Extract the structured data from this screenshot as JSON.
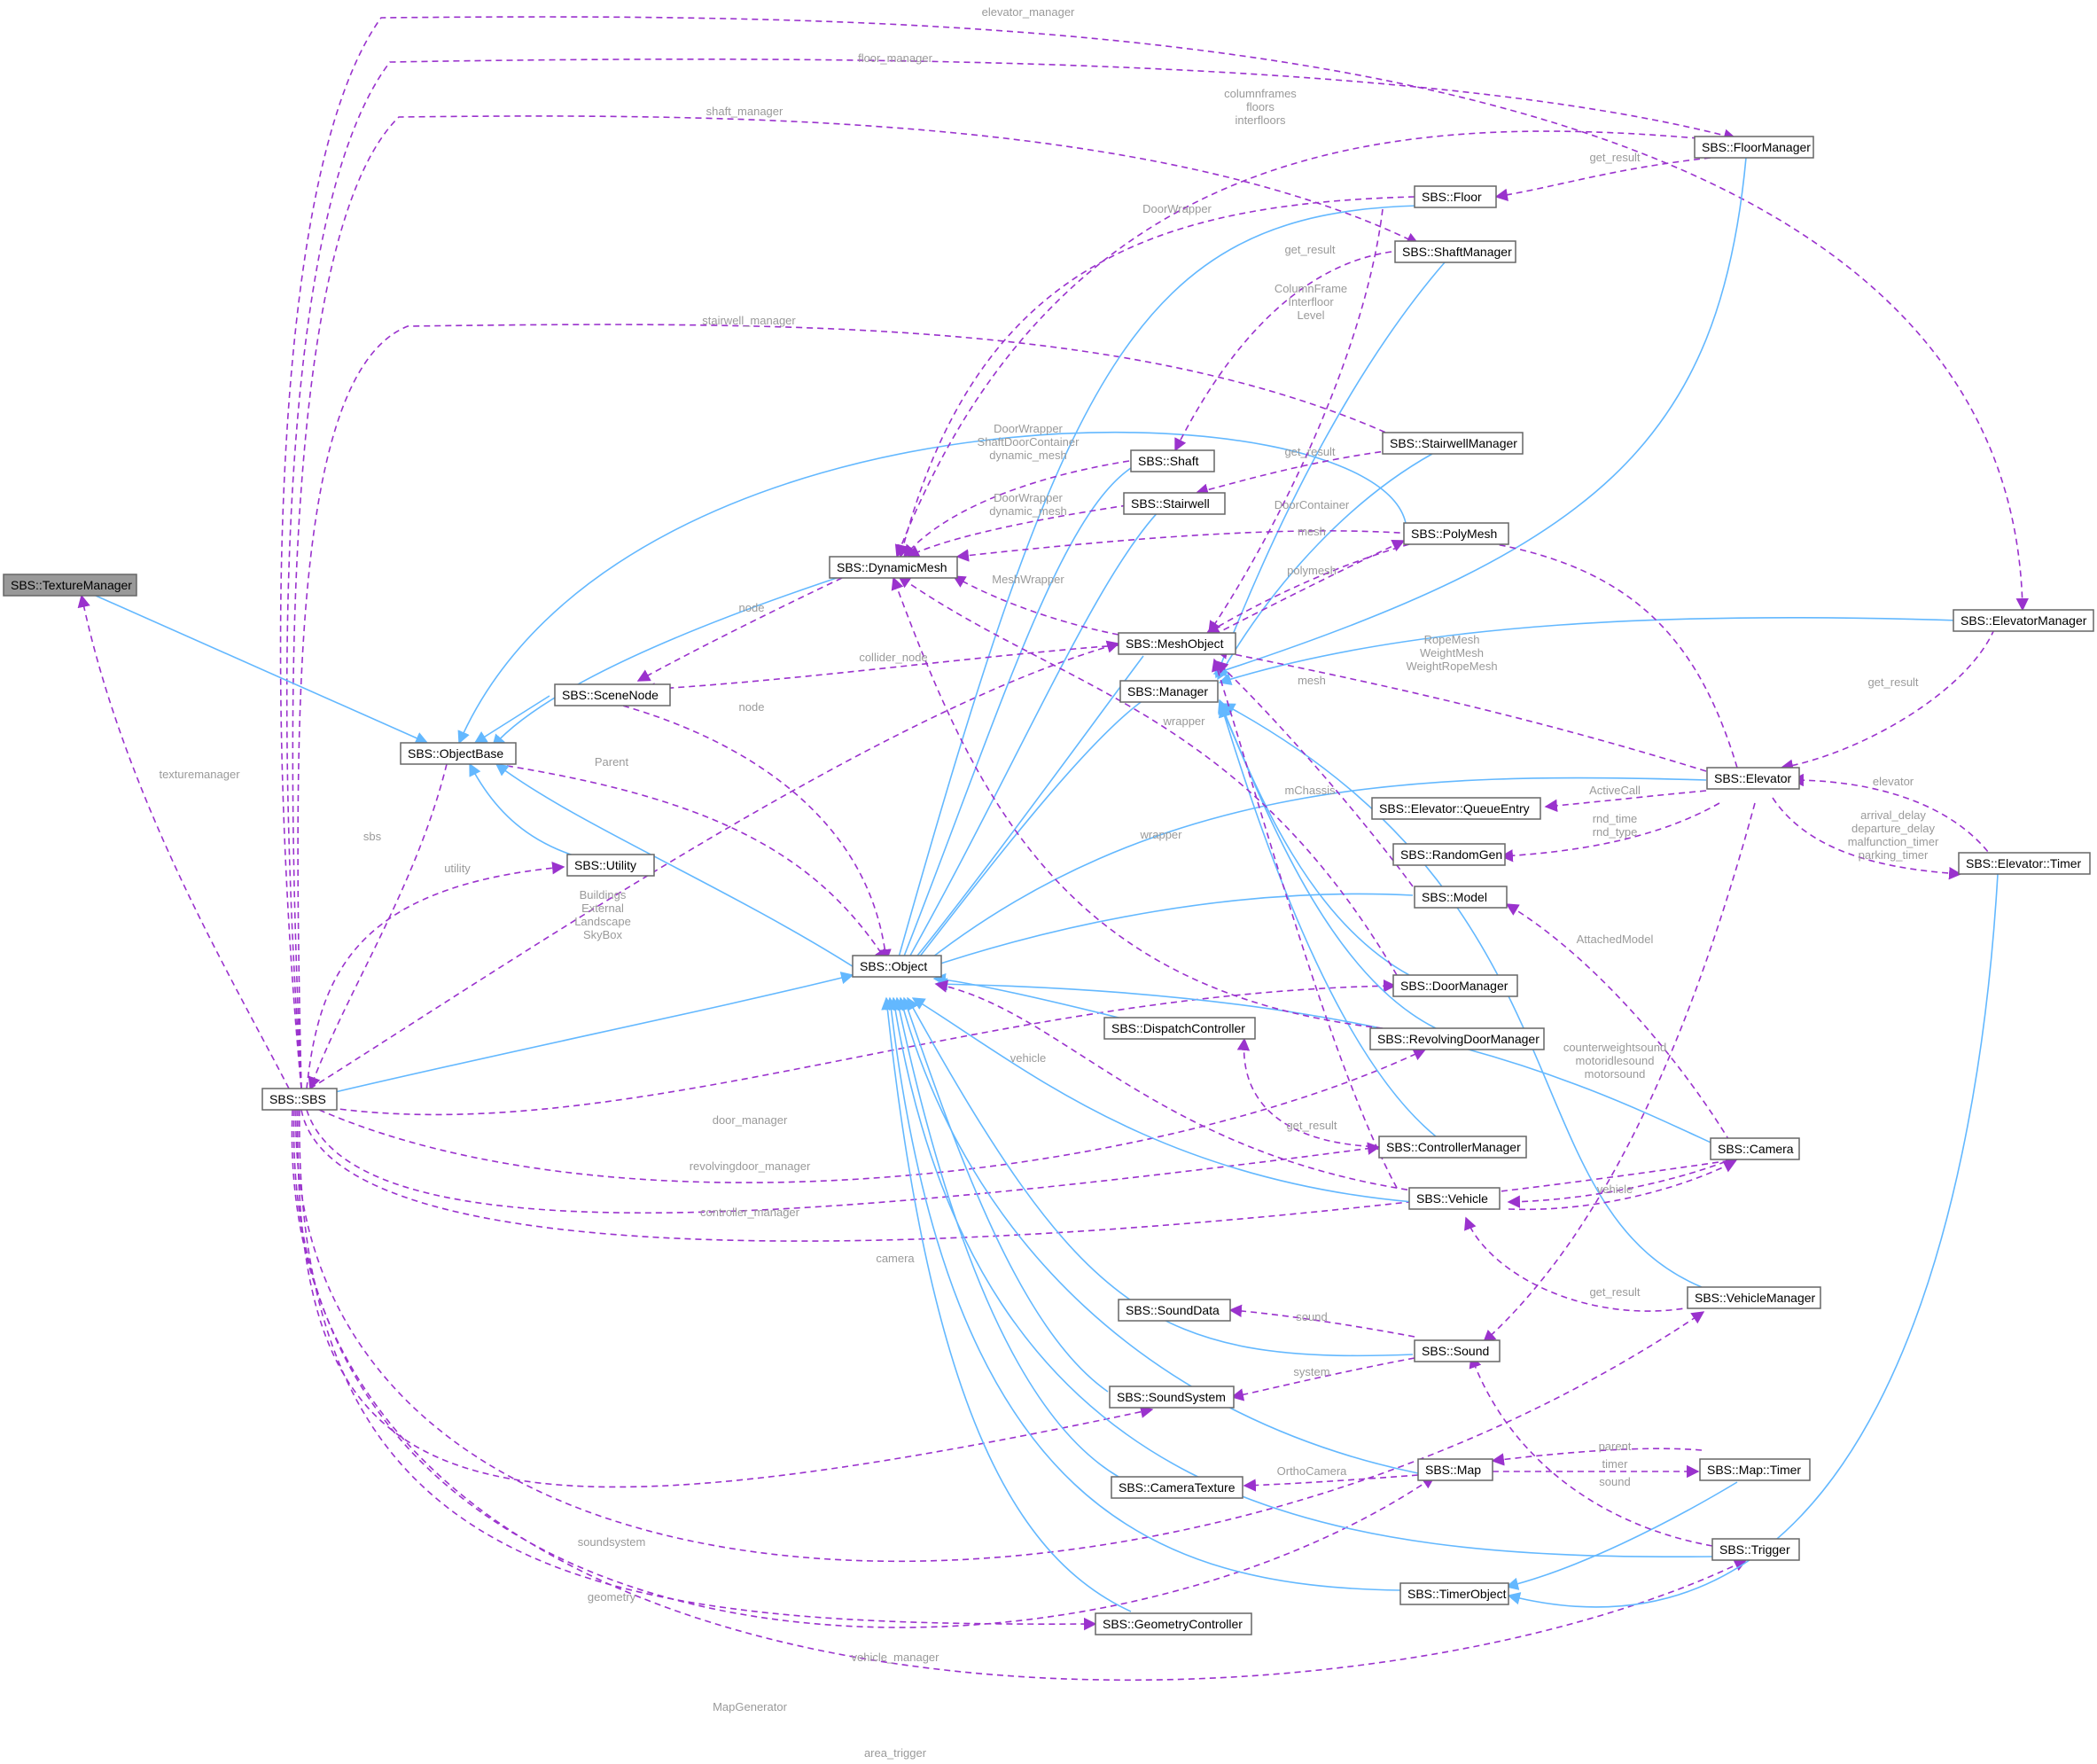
{
  "colors": {
    "inherit": "#63b8ff",
    "member": "#9a32cd",
    "label": "#9a9a9a",
    "highlight": "#999999"
  },
  "nodes": [
    {
      "id": "texturemanager",
      "label": "SBS::TextureManager",
      "highlight": true
    },
    {
      "id": "objectbase",
      "label": "SBS::ObjectBase"
    },
    {
      "id": "scenenode",
      "label": "SBS::SceneNode"
    },
    {
      "id": "utility",
      "label": "SBS::Utility"
    },
    {
      "id": "sbs",
      "label": "SBS::SBS"
    },
    {
      "id": "dynamicmesh",
      "label": "SBS::DynamicMesh"
    },
    {
      "id": "object",
      "label": "SBS::Object"
    },
    {
      "id": "floor",
      "label": "SBS::Floor"
    },
    {
      "id": "shaftmanager",
      "label": "SBS::ShaftManager"
    },
    {
      "id": "shaft",
      "label": "SBS::Shaft"
    },
    {
      "id": "stairwell",
      "label": "SBS::Stairwell"
    },
    {
      "id": "stairwellmanager",
      "label": "SBS::StairwellManager"
    },
    {
      "id": "polymesh",
      "label": "SBS::PolyMesh"
    },
    {
      "id": "meshobject",
      "label": "SBS::MeshObject"
    },
    {
      "id": "manager",
      "label": "SBS::Manager"
    },
    {
      "id": "floormanager",
      "label": "SBS::FloorManager"
    },
    {
      "id": "elevatormanager",
      "label": "SBS::ElevatorManager"
    },
    {
      "id": "elevator",
      "label": "SBS::Elevator"
    },
    {
      "id": "queueentry",
      "label": "SBS::Elevator::QueueEntry"
    },
    {
      "id": "randomgen",
      "label": "SBS::RandomGen"
    },
    {
      "id": "elevatortimer",
      "label": "SBS::Elevator::Timer"
    },
    {
      "id": "model",
      "label": "SBS::Model"
    },
    {
      "id": "doormanager",
      "label": "SBS::DoorManager"
    },
    {
      "id": "dispatchcontroller",
      "label": "SBS::DispatchController"
    },
    {
      "id": "revolvingdoormanager",
      "label": "SBS::RevolvingDoorManager"
    },
    {
      "id": "controllermanager",
      "label": "SBS::ControllerManager"
    },
    {
      "id": "camera",
      "label": "SBS::Camera"
    },
    {
      "id": "vehicle",
      "label": "SBS::Vehicle"
    },
    {
      "id": "vehiclemanager",
      "label": "SBS::VehicleManager"
    },
    {
      "id": "sounddata",
      "label": "SBS::SoundData"
    },
    {
      "id": "sound",
      "label": "SBS::Sound"
    },
    {
      "id": "soundsystem",
      "label": "SBS::SoundSystem"
    },
    {
      "id": "map",
      "label": "SBS::Map"
    },
    {
      "id": "maptimer",
      "label": "SBS::Map::Timer"
    },
    {
      "id": "cameratexture",
      "label": "SBS::CameraTexture"
    },
    {
      "id": "trigger",
      "label": "SBS::Trigger"
    },
    {
      "id": "timerobject",
      "label": "SBS::TimerObject"
    },
    {
      "id": "geometrycontroller",
      "label": "SBS::GeometryController"
    }
  ],
  "edge_labels": [
    {
      "id": "lbl_elevator_manager",
      "lines": [
        "elevator_manager"
      ]
    },
    {
      "id": "lbl_floor_manager",
      "lines": [
        "floor_manager"
      ]
    },
    {
      "id": "lbl_shaft_manager",
      "lines": [
        "shaft_manager"
      ]
    },
    {
      "id": "lbl_columnframes",
      "lines": [
        "columnframes",
        "floors",
        "interfloors"
      ]
    },
    {
      "id": "lbl_floor_get_result",
      "lines": [
        "get_result"
      ]
    },
    {
      "id": "lbl_doorwrapper_floor",
      "lines": [
        "DoorWrapper"
      ]
    },
    {
      "id": "lbl_shaft_get_result",
      "lines": [
        "get_result"
      ]
    },
    {
      "id": "lbl_columnframe",
      "lines": [
        "ColumnFrame",
        "Interfloor",
        "Level"
      ]
    },
    {
      "id": "lbl_stairwell_manager",
      "lines": [
        "stairwell_manager"
      ]
    },
    {
      "id": "lbl_stairwell_get_result",
      "lines": [
        "get_result"
      ]
    },
    {
      "id": "lbl_shaft_dyn",
      "lines": [
        "DoorWrapper",
        "ShaftDoorContainer",
        "dynamic_mesh"
      ]
    },
    {
      "id": "lbl_stairwell_dyn",
      "lines": [
        "DoorWrapper",
        "dynamic_mesh"
      ]
    },
    {
      "id": "lbl_doorcontainer",
      "lines": [
        "DoorContainer"
      ]
    },
    {
      "id": "lbl_mesh_poly",
      "lines": [
        "mesh"
      ]
    },
    {
      "id": "lbl_polymesh",
      "lines": [
        "polymesh"
      ]
    },
    {
      "id": "lbl_meshwrapper",
      "lines": [
        "MeshWrapper"
      ]
    },
    {
      "id": "lbl_node_dyn",
      "lines": [
        "node"
      ]
    },
    {
      "id": "lbl_collider",
      "lines": [
        "collider_node"
      ]
    },
    {
      "id": "lbl_ropemesh",
      "lines": [
        "RopeMesh",
        "WeightMesh",
        "WeightRopeMesh"
      ]
    },
    {
      "id": "lbl_elev_get_result",
      "lines": [
        "get_result"
      ]
    },
    {
      "id": "lbl_mesh_model",
      "lines": [
        "mesh"
      ]
    },
    {
      "id": "lbl_wrapper1",
      "lines": [
        "wrapper"
      ]
    },
    {
      "id": "lbl_node_obj",
      "lines": [
        "node"
      ]
    },
    {
      "id": "lbl_parent",
      "lines": [
        "Parent"
      ]
    },
    {
      "id": "lbl_sbs",
      "lines": [
        "sbs"
      ]
    },
    {
      "id": "lbl_texturemanager",
      "lines": [
        "texturemanager"
      ]
    },
    {
      "id": "lbl_utility",
      "lines": [
        "utility"
      ]
    },
    {
      "id": "lbl_buildings",
      "lines": [
        "Buildings",
        "External",
        "Landscape",
        "SkyBox"
      ]
    },
    {
      "id": "lbl_wrapper2",
      "lines": [
        "wrapper"
      ]
    },
    {
      "id": "lbl_mchassis",
      "lines": [
        "mChassis"
      ]
    },
    {
      "id": "lbl_activecall",
      "lines": [
        "ActiveCall"
      ]
    },
    {
      "id": "lbl_rnd",
      "lines": [
        "rnd_time",
        "rnd_type"
      ]
    },
    {
      "id": "lbl_elevator",
      "lines": [
        "elevator"
      ]
    },
    {
      "id": "lbl_timers",
      "lines": [
        "arrival_delay",
        "departure_delay",
        "malfunction_timer",
        "parking_timer"
      ]
    },
    {
      "id": "lbl_attachedmodel",
      "lines": [
        "AttachedModel"
      ]
    },
    {
      "id": "lbl_counterweight",
      "lines": [
        "counterweightsound",
        "motoridlesound",
        "motorsound"
      ]
    },
    {
      "id": "lbl_vehicle1",
      "lines": [
        "vehicle"
      ]
    },
    {
      "id": "lbl_door_manager",
      "lines": [
        "door_manager"
      ]
    },
    {
      "id": "lbl_ctrl_get_result",
      "lines": [
        "get_result"
      ]
    },
    {
      "id": "lbl_revolvingdoor_manager",
      "lines": [
        "revolvingdoor_manager"
      ]
    },
    {
      "id": "lbl_vehicle2",
      "lines": [
        "vehicle"
      ]
    },
    {
      "id": "lbl_controller_manager",
      "lines": [
        "controller_manager"
      ]
    },
    {
      "id": "lbl_camera",
      "lines": [
        "camera"
      ]
    },
    {
      "id": "lbl_veh_get_result",
      "lines": [
        "get_result"
      ]
    },
    {
      "id": "lbl_sound",
      "lines": [
        "sound"
      ]
    },
    {
      "id": "lbl_system",
      "lines": [
        "system"
      ]
    },
    {
      "id": "lbl_parent_map",
      "lines": [
        "parent"
      ]
    },
    {
      "id": "lbl_timer",
      "lines": [
        "timer"
      ]
    },
    {
      "id": "lbl_orthocamera",
      "lines": [
        "OrthoCamera"
      ]
    },
    {
      "id": "lbl_sound_trigger",
      "lines": [
        "sound"
      ]
    },
    {
      "id": "lbl_soundsystem",
      "lines": [
        "soundsystem"
      ]
    },
    {
      "id": "lbl_geometry",
      "lines": [
        "geometry"
      ]
    },
    {
      "id": "lbl_vehicle_manager",
      "lines": [
        "vehicle_manager"
      ]
    },
    {
      "id": "lbl_mapgenerator",
      "lines": [
        "MapGenerator"
      ]
    },
    {
      "id": "lbl_area_trigger",
      "lines": [
        "area_trigger"
      ]
    }
  ]
}
